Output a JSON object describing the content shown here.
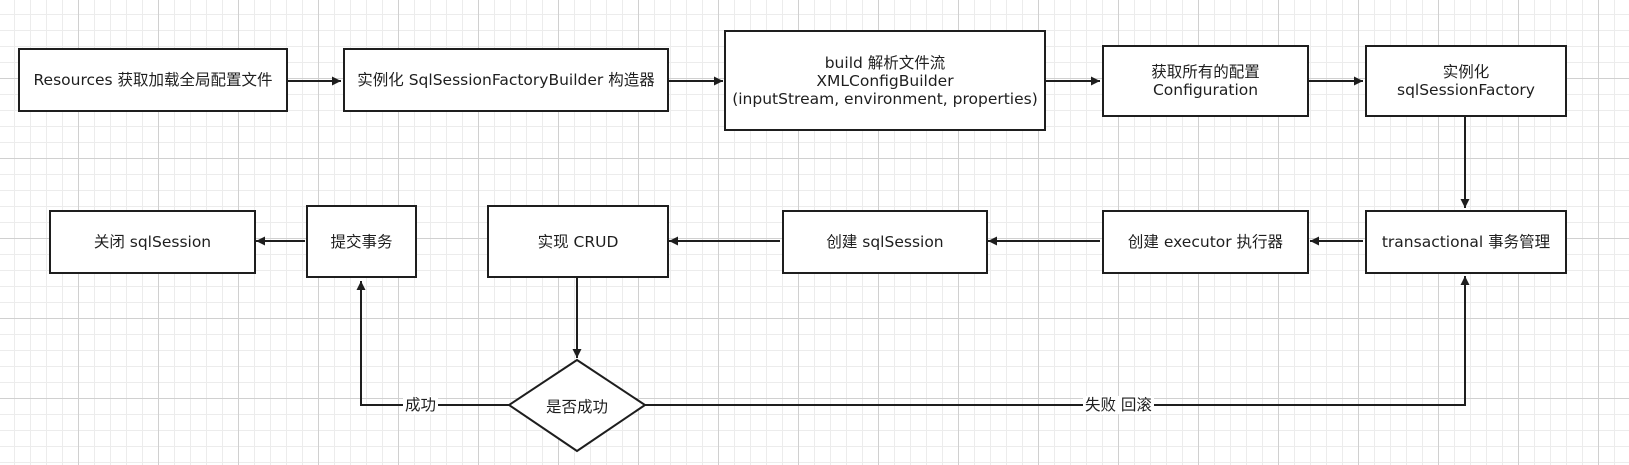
{
  "diagram": {
    "nodes": {
      "resources": [
        "Resources 获取加载全局配置文件"
      ],
      "builder": [
        "实例化 SqlSessionFactoryBuilder 构造器"
      ],
      "build": [
        "build 解析文件流",
        "XMLConfigBuilder",
        "(inputStream, environment, properties)"
      ],
      "configuration": [
        "获取所有的配置",
        "Configuration"
      ],
      "factory": [
        "实例化",
        "sqlSessionFactory"
      ],
      "transactional": [
        "transactional 事务管理"
      ],
      "executor": [
        "创建 executor 执行器"
      ],
      "create_session": [
        "创建 sqlSession"
      ],
      "crud": [
        "实现 CRUD"
      ],
      "commit": [
        "提交事务"
      ],
      "close": [
        "关闭 sqlSession"
      ],
      "decision": [
        "是否成功"
      ]
    },
    "edge_labels": {
      "success": "成功",
      "failure": "失败 回滚"
    }
  },
  "colors": {
    "stroke": "#1e1e1e",
    "fill": "#ffffff",
    "grid_major": "#d0d0d0",
    "grid_minor": "#ececec"
  }
}
